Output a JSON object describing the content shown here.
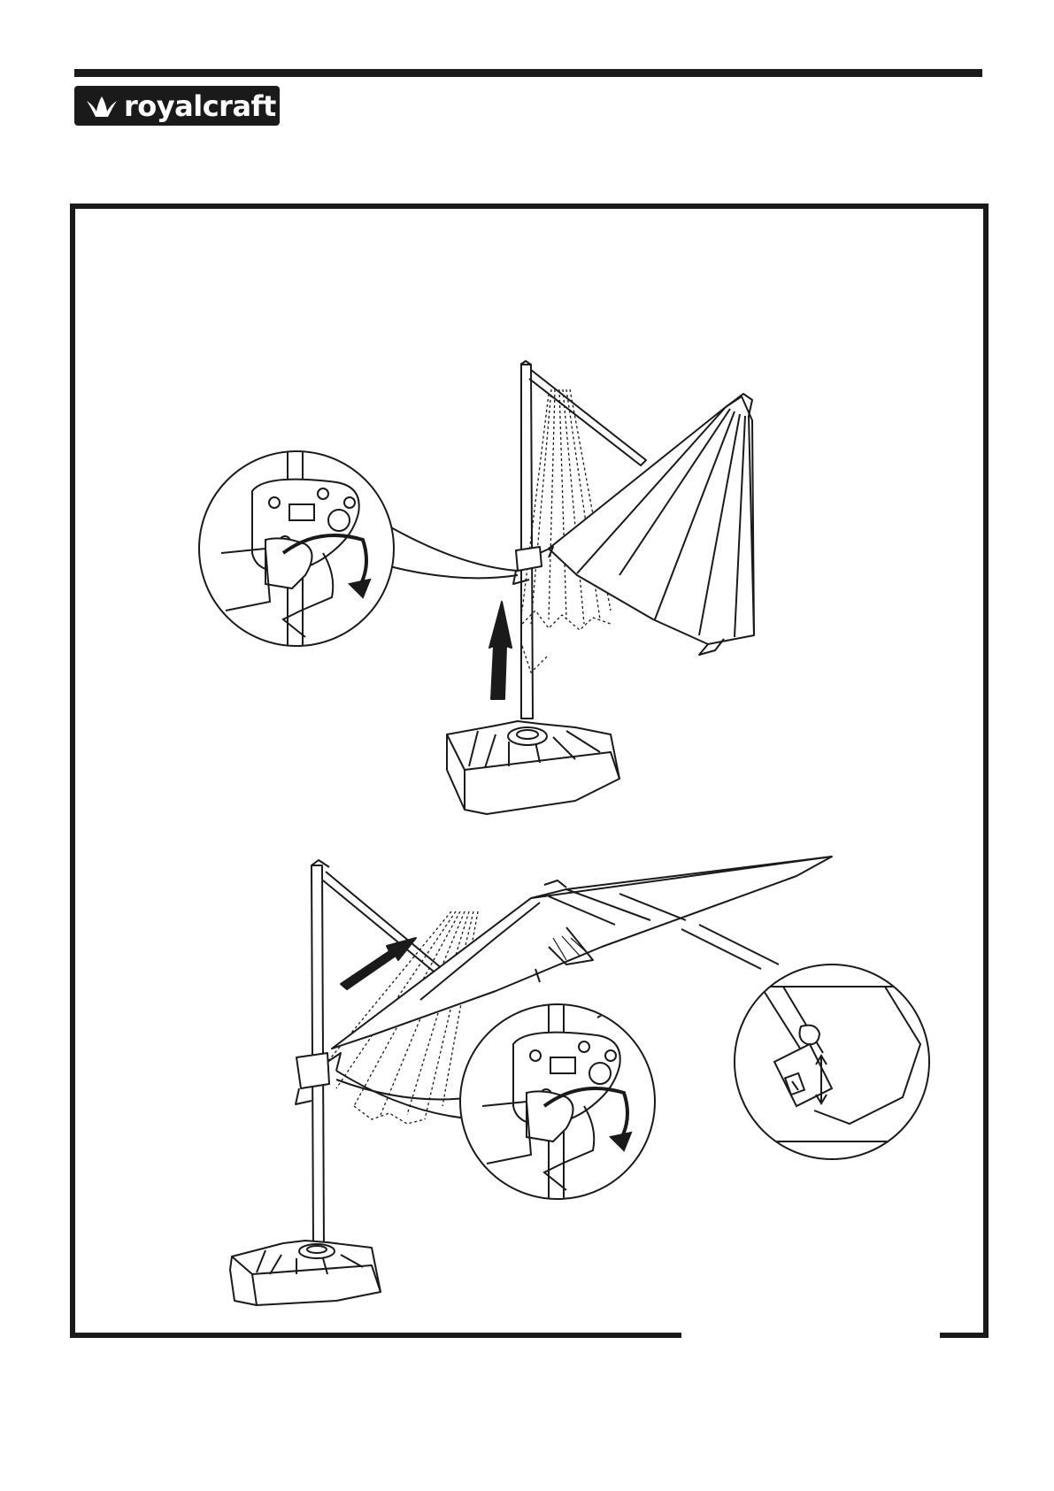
{
  "brand": {
    "name": "royalcraft",
    "logo_icon": "crown-leaf-icon",
    "colors": {
      "ink": "#1a1a1a",
      "paper": "#ffffff"
    }
  },
  "figures": [
    {
      "id": "step-tilt-up",
      "icons": [
        "crank-handle-icon",
        "lift-arrow-icon"
      ]
    },
    {
      "id": "step-rotate-open",
      "icons": [
        "crank-handle-icon",
        "open-arrow-icon",
        "solar-switch-icon"
      ]
    }
  ]
}
